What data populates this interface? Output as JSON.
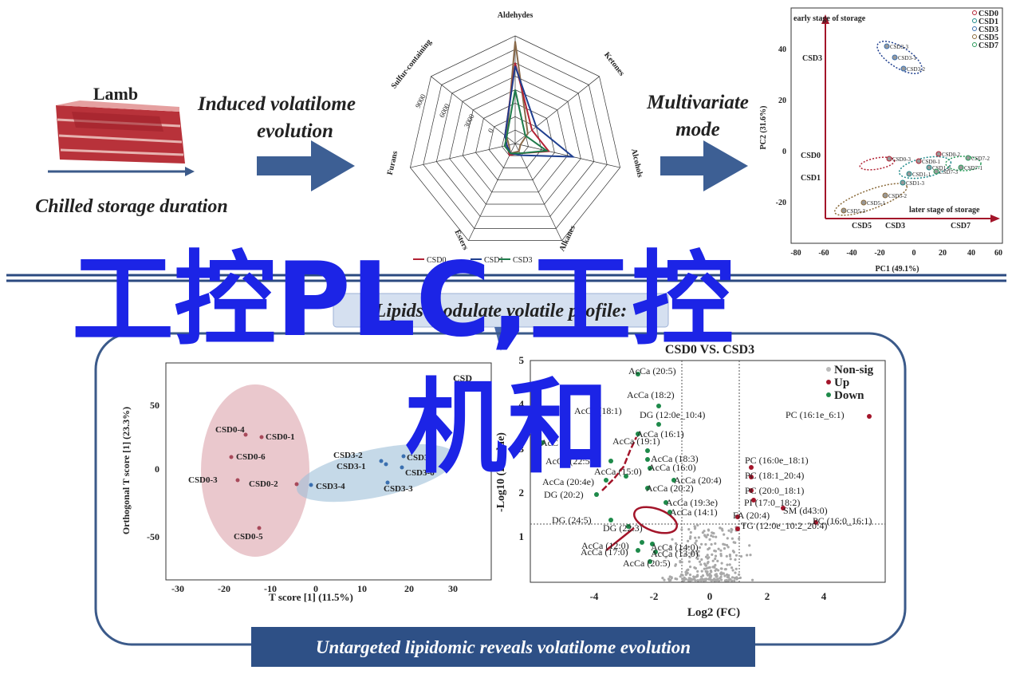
{
  "top": {
    "lamb_label": "Lamb",
    "storage_label": "Chilled storage duration",
    "induced_line1": "Induced volatilome",
    "induced_line2": "evolution",
    "multi_line1": "Multivariate",
    "multi_line2": "mode"
  },
  "radar": {
    "axes": [
      "Aldehydes",
      "Ketones",
      "Alcohols",
      "Alkanes",
      "Esters",
      "Furans",
      "Sulfur-containing"
    ],
    "ticks": [
      "0",
      "3000",
      "6000",
      "9000"
    ],
    "legend": [
      "CSD0",
      "CSD1",
      "CSD3"
    ],
    "colors": [
      "#b22234",
      "#1f3f8f",
      "#1e7b4a",
      "#8a6a4a"
    ]
  },
  "pca": {
    "xlabel": "PC1 (49.1%)",
    "ylabel": "PC2 (31.6%)",
    "x_ticks": [
      "-80",
      "-60",
      "-40",
      "-20",
      "0",
      "20",
      "40",
      "60"
    ],
    "y_ticks": [
      "40",
      "20",
      "0",
      "-20"
    ],
    "early": "early stage of storage",
    "later": "later stage of storage",
    "legend": [
      "CSD0",
      "CSD1",
      "CSD3",
      "CSD5",
      "CSD7"
    ],
    "groups": {
      "csd3": "CSD3",
      "csd0": "CSD0",
      "csd1": "CSD1",
      "csd5": "CSD5",
      "csd3b": "CSD3",
      "csd7": "CSD7"
    },
    "points": [
      "CSD3-3",
      "CSD3-1",
      "CSD3-2",
      "CSD0-3",
      "CSD0-2",
      "CSD7-2",
      "CSD0-1",
      "CSD1-2",
      "CSD7-1",
      "CSD7-3",
      "CSD1-1",
      "CSD1-3",
      "CSD5-2",
      "CSD5-1",
      "CSD5-3"
    ]
  },
  "watermark": {
    "line1": "工控PLC,工控",
    "line2": "机和"
  },
  "middle_title": "Lipids modulate volatile profile:",
  "opls": {
    "xlabel": "T score [1] (11.5%)",
    "ylabel": "Orthogonal T score [1] (23.3%)",
    "x_ticks": [
      "-30",
      "-20",
      "-10",
      "0",
      "10",
      "20",
      "30"
    ],
    "y_ticks": [
      "50",
      "0",
      "-50"
    ],
    "legend_partial": "CSD",
    "points": [
      "CSD0-4",
      "CSD0-1",
      "CSD0-6",
      "CSD0-3",
      "CSD0-2",
      "CSD0-5",
      "CSD3-2",
      "CSD3-1",
      "CSD3-5",
      "CSD3-6",
      "CSD3-4",
      "CSD3-3"
    ]
  },
  "volcano": {
    "title": "CSD0 VS. CSD3",
    "xlabel": "Log2 (FC)",
    "ylabel": "-Log10 (P-value)",
    "x_ticks": [
      "-4",
      "-2",
      "0",
      "2",
      "4"
    ],
    "y_ticks": [
      "1",
      "2",
      "3",
      "4",
      "5"
    ],
    "legend": [
      "Non-sig",
      "Up",
      "Down"
    ],
    "labels": [
      "AcCa (20:5)",
      "AcCa (18:2)",
      "AcCa (18:1)",
      "DG (12:0e_10:4)",
      "AcCa (16:1)",
      "AcC",
      "AcCa (19:1)",
      "AcCa (22:5)",
      "AcCa (18:3)",
      "AcCa (16:0)",
      "AcCa (15:0)",
      "AcCa (20:4e)",
      "AcCa (20:4)",
      "AcCa (20:2)",
      "DG (20:2)",
      "AcCa (19:3e)",
      "AcCa (14:1)",
      "DG (24:5)",
      "DG (22:3)",
      "AcCa (12:0)",
      "AcCa (14:0)",
      "AcCa (17:0)",
      "AcCa (13:0)",
      "AcCa (20:5)",
      "PC (16:1e_6:1)",
      "PC (16:0e_18:1)",
      "PC (18:1_20:4)",
      "PC (20:0_18:1)",
      "PI (17:0_18:2)",
      "SM (d43:0)",
      "FA (20:4)",
      "PC (16:0_16:1)",
      "TG (12:0e_10:2_20:4)"
    ]
  },
  "bottom_title": "Untargeted lipidomic reveals volatilome evolution"
}
